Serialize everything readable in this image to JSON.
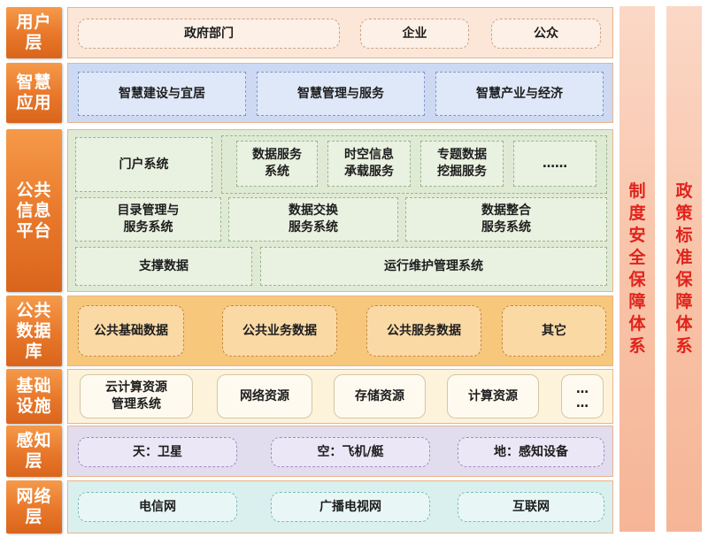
{
  "layers": {
    "user": {
      "label": "用户层",
      "items": [
        "政府部门",
        "企业",
        "公众"
      ]
    },
    "app": {
      "label": "智慧应用",
      "items": [
        "智慧建设与宜居",
        "智慧管理与服务",
        "智慧产业与经济"
      ]
    },
    "platform": {
      "label": "公共信息平台",
      "portal": "门户系统",
      "data_service": "数据服务\n系统",
      "spatiotemporal": "时空信息\n承载服务",
      "thematic": "专题数据\n挖掘服务",
      "more": "……",
      "catalog": "目录管理与\n服务系统",
      "exchange": "数据交换\n服务系统",
      "integration": "数据整合\n服务系统",
      "support_data": "支撑数据",
      "ops": "运行维护管理系统"
    },
    "database": {
      "label": "公共数据库",
      "items": [
        "公共基础数据",
        "公共业务数据",
        "公共服务数据",
        "其它"
      ]
    },
    "infra": {
      "label": "基础设施",
      "items": [
        "云计算资源\n管理系统",
        "网络资源",
        "存储资源",
        "计算资源",
        "…\n…"
      ]
    },
    "sensing": {
      "label": "感知层",
      "items": [
        "天：卫星",
        "空：飞机/艇",
        "地：感知设备"
      ]
    },
    "network": {
      "label": "网络层",
      "items": [
        "电信网",
        "广播电视网",
        "互联网"
      ]
    }
  },
  "side_columns": {
    "security": "制度安全保障体系",
    "standards": "政策标准保障体系"
  },
  "colors": {
    "label_orange": "#e8772a",
    "side_text_red": "#e0231c",
    "user_panel": "#fbe6d8",
    "app_panel": "#cdd9f2",
    "platform_panel": "#dfead4",
    "database_panel": "#f7c77c",
    "infra_panel": "#fdf3da",
    "sensing_panel": "#e2dcef",
    "network_panel": "#d9f0ee"
  }
}
